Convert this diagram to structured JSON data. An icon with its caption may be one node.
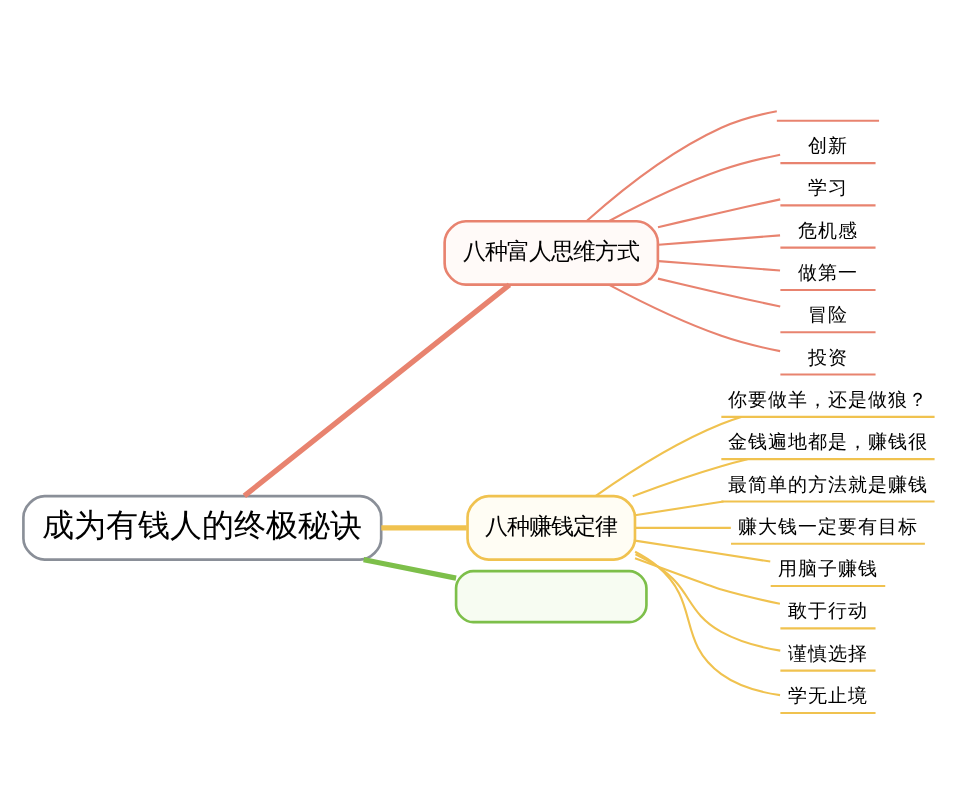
{
  "diagram": {
    "nodes": [
      {
        "text": [
          "成为有钱人的终极秘诀"
        ]
      },
      {
        "text": [
          "八种富人思维方式"
        ]
      },
      {
        "text": [],
        "shape": "underline"
      },
      {
        "text": [
          "创新"
        ]
      },
      {
        "text": [
          "学习"
        ]
      },
      {
        "text": [
          "危机感"
        ]
      },
      {
        "text": [
          "做第一"
        ]
      },
      {
        "text": [
          "冒险"
        ]
      },
      {
        "text": [
          "投资"
        ]
      },
      {
        "text": [
          "八种赚钱定律"
        ]
      },
      {
        "text": [
          "你要做羊，还是做狼？"
        ]
      },
      {
        "text": [
          "金钱遍地都是，赚钱很"
        ]
      },
      {
        "text": [
          "最简单的方法就是赚钱"
        ]
      },
      {
        "text": [
          "赚大钱一定要有目标"
        ]
      },
      {
        "text": [
          "用脑子赚钱"
        ]
      },
      {
        "text": [
          "敢于行动"
        ]
      },
      {
        "text": [
          "谨慎选择"
        ]
      },
      {
        "text": [
          "学无止境"
        ]
      },
      {
        "text": [],
        "shape": "box"
      }
    ],
    "edges": [
      {
        "from": 0,
        "to": 1,
        "arrow": "none",
        "style": "thick",
        "color": "#e8836f"
      },
      {
        "from": 1,
        "to": 2,
        "arrow": "none",
        "color": "#e8836f"
      },
      {
        "from": 1,
        "to": 3,
        "arrow": "none",
        "color": "#e8836f"
      },
      {
        "from": 1,
        "to": 4,
        "arrow": "none",
        "color": "#e8836f"
      },
      {
        "from": 1,
        "to": 5,
        "arrow": "none",
        "color": "#e8836f"
      },
      {
        "from": 1,
        "to": 6,
        "arrow": "none",
        "color": "#e8836f"
      },
      {
        "from": 1,
        "to": 7,
        "arrow": "none",
        "color": "#e8836f"
      },
      {
        "from": 1,
        "to": 8,
        "arrow": "none",
        "color": "#e8836f"
      },
      {
        "from": 0,
        "to": 9,
        "arrow": "none",
        "style": "thick",
        "color": "#f0c24f"
      },
      {
        "from": 9,
        "to": 10,
        "arrow": "none",
        "color": "#f0c24f"
      },
      {
        "from": 9,
        "to": 11,
        "arrow": "none",
        "color": "#f0c24f"
      },
      {
        "from": 9,
        "to": 12,
        "arrow": "none",
        "color": "#f0c24f"
      },
      {
        "from": 9,
        "to": 13,
        "arrow": "none",
        "color": "#f0c24f"
      },
      {
        "from": 9,
        "to": 14,
        "arrow": "none",
        "color": "#f0c24f"
      },
      {
        "from": 9,
        "to": 15,
        "arrow": "none",
        "color": "#f0c24f"
      },
      {
        "from": 9,
        "to": 16,
        "arrow": "none",
        "color": "#f0c24f"
      },
      {
        "from": 9,
        "to": 17,
        "arrow": "none",
        "color": "#f0c24f"
      },
      {
        "from": 0,
        "to": 18,
        "arrow": "none",
        "style": "thick",
        "color": "#7dbf4a"
      }
    ]
  }
}
